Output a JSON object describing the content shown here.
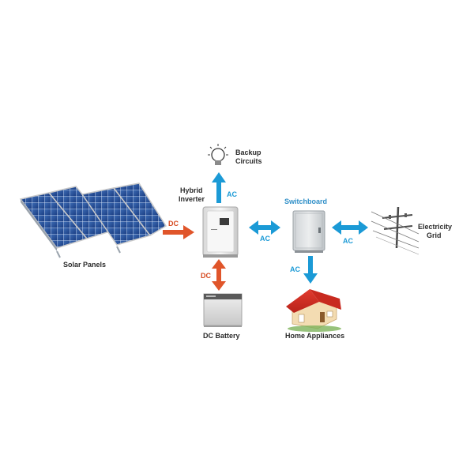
{
  "components": {
    "solar_panels": "Solar Panels",
    "hybrid_inverter_line1": "Hybrid",
    "hybrid_inverter_line2": "Inverter",
    "backup_circuits_line1": "Backup",
    "backup_circuits_line2": "Circuits",
    "switchboard": "Switchboard",
    "electricity_grid_line1": "Electricity",
    "electricity_grid_line2": "Grid",
    "dc_battery": "DC Battery",
    "home_appliances": "Home Appliances"
  },
  "flows": {
    "panels_to_inverter": "DC",
    "inverter_to_backup": "AC",
    "inverter_to_switchboard": "AC",
    "switchboard_to_grid": "AC",
    "switchboard_to_home": "AC",
    "inverter_to_battery": "DC"
  },
  "colors": {
    "ac_arrow": "#1b9ad6",
    "dc_arrow": "#e0552a",
    "switchboard_label": "#2f8fc8"
  }
}
